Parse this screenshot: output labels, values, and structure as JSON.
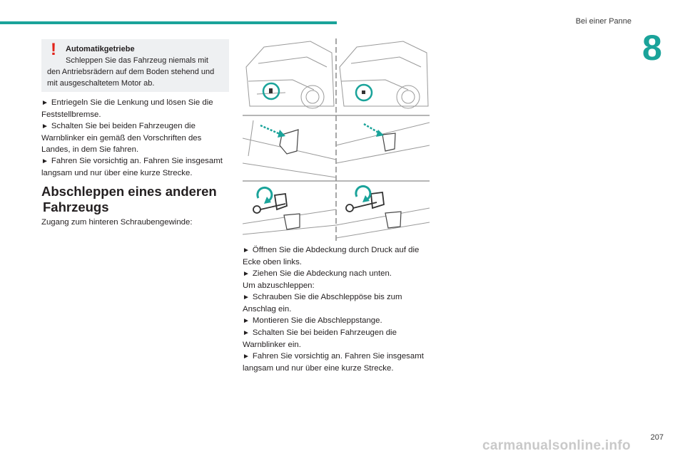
{
  "header": {
    "section_title": "Bei einer Panne",
    "chapter_number": "8"
  },
  "warning": {
    "title": "Automatikgetriebe",
    "line1": "Schleppen Sie das Fahrzeug niemals mit",
    "line2": "den Antriebsrädern auf dem Boden stehend und",
    "line3": "mit ausgeschaltetem Motor ab."
  },
  "left_steps": [
    {
      "arrow": "►",
      "lines": [
        "Entriegeln Sie die Lenkung und lösen Sie die",
        "Feststellbremse."
      ]
    },
    {
      "arrow": "►",
      "lines": [
        "Schalten Sie bei beiden Fahrzeugen die",
        "Warnblinker ein gemäß den Vorschriften des",
        "Landes, in dem Sie fahren."
      ]
    },
    {
      "arrow": "►",
      "lines": [
        "Fahren Sie vorsichtig an. Fahren Sie insgesamt",
        "langsam und nur über eine kurze Strecke."
      ]
    }
  ],
  "section": {
    "heading_line1": "Abschleppen eines anderen",
    "heading_line2": "Fahrzeugs",
    "intro": "Zugang zum hinteren Schraubengewinde:"
  },
  "right_text": {
    "s1_a": "Öffnen Sie die Abdeckung durch Druck auf die",
    "s1_b": "Ecke oben links.",
    "s2": "Ziehen Sie die Abdeckung nach unten.",
    "plain": "Um abzuschleppen:",
    "s3_a": "Schrauben Sie die Abschleppöse bis zum",
    "s3_b": "Anschlag ein.",
    "s4": "Montieren Sie die Abschleppstange.",
    "s5_a": "Schalten Sie bei beiden Fahrzeugen die",
    "s5_b": "Warnblinker ein.",
    "s6_a": "Fahren Sie vorsichtig an. Fahren Sie insgesamt",
    "s6_b": "langsam und nur über eine kurze Strecke.",
    "arrow": "►"
  },
  "footer": {
    "page_number": "207",
    "watermark": "carmanualsonline.info"
  },
  "colors": {
    "accent": "#1aa39a",
    "warning_red": "#e2231a",
    "box_bg": "#eef0f2"
  }
}
